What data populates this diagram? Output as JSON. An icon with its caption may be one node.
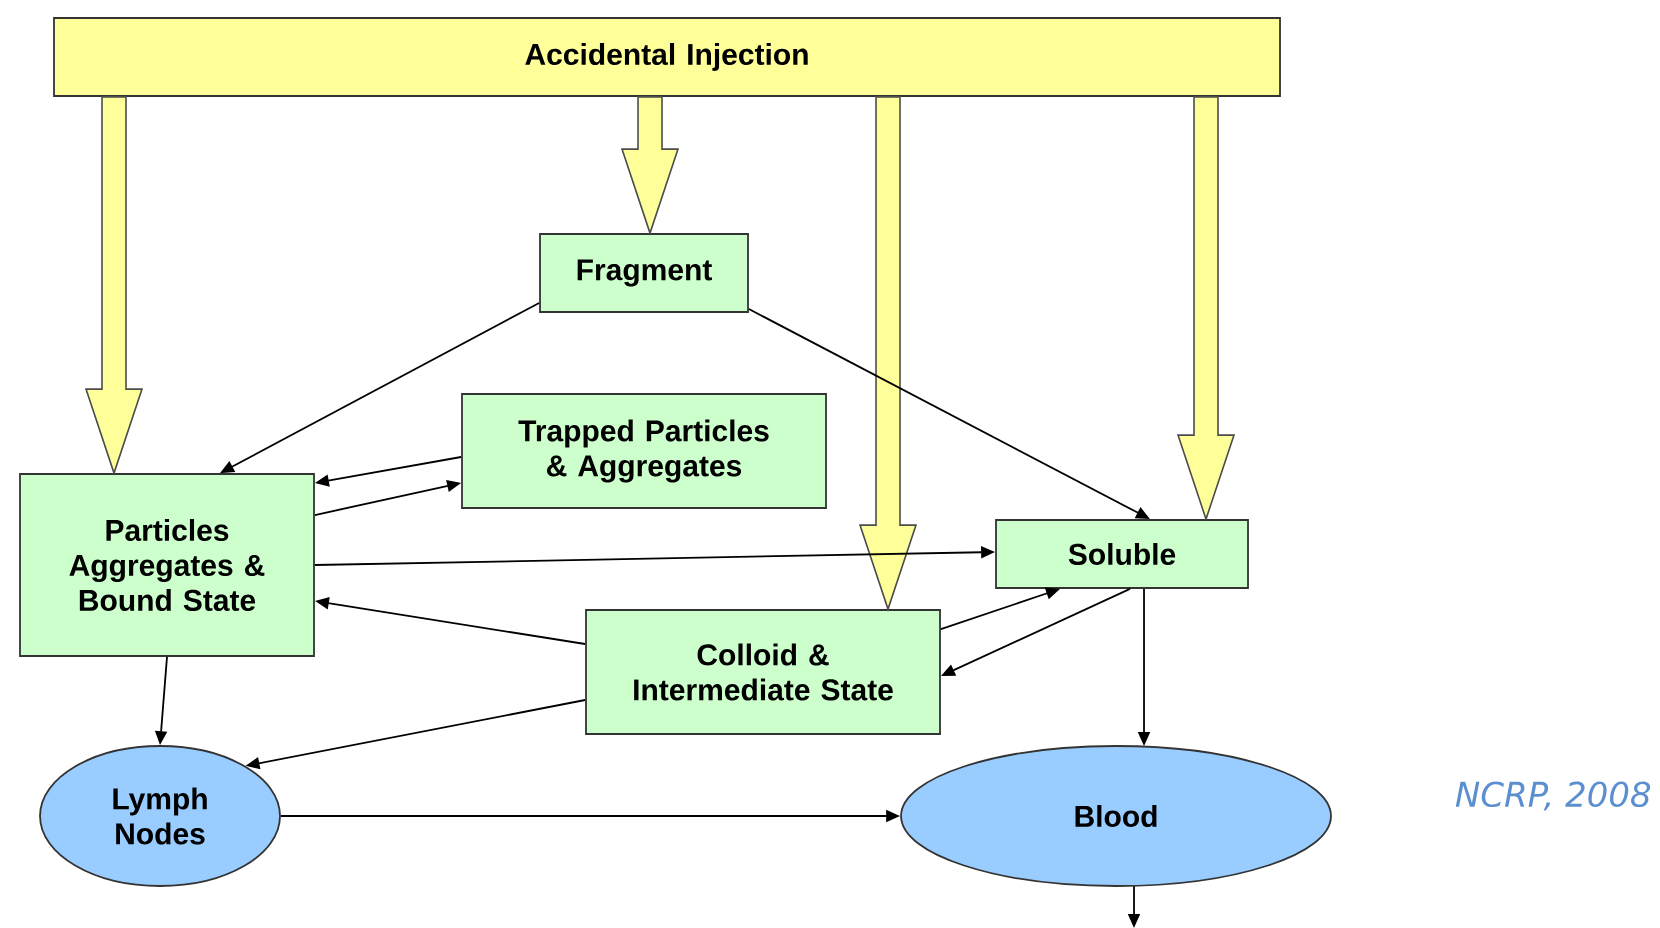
{
  "diagram": {
    "nodes": [
      {
        "text": [
          "Accidental Injection"
        ]
      },
      {
        "text": [
          "Fragment"
        ]
      },
      {
        "text": [
          "Trapped Particles & Aggregates"
        ]
      },
      {
        "text": [
          "Particles Aggregates & Bound State"
        ]
      },
      {
        "text": [
          "Soluble"
        ]
      },
      {
        "text": [
          "Colloid & Intermediate State"
        ]
      },
      {
        "text": [
          "Lymph Nodes"
        ]
      },
      {
        "text": [
          "Blood"
        ]
      }
    ],
    "edges": [
      {
        "from": 0,
        "to": 3,
        "arrow": "to",
        "style": "thick",
        "color": "#ffff99"
      },
      {
        "from": 0,
        "to": 1,
        "arrow": "to",
        "style": "thick",
        "color": "#ffff99"
      },
      {
        "from": 0,
        "to": 5,
        "arrow": "to",
        "style": "thick",
        "color": "#ffff99"
      },
      {
        "from": 0,
        "to": 4,
        "arrow": "to",
        "style": "thick",
        "color": "#ffff99"
      },
      {
        "from": 1,
        "to": 3,
        "arrow": "to"
      },
      {
        "from": 1,
        "to": 4,
        "arrow": "to"
      },
      {
        "from": 2,
        "to": 3,
        "arrow": "to"
      },
      {
        "from": 3,
        "to": 2,
        "arrow": "to"
      },
      {
        "from": 3,
        "to": 4,
        "arrow": "to"
      },
      {
        "from": 5,
        "to": 3,
        "arrow": "to"
      },
      {
        "from": 5,
        "to": 6,
        "arrow": "to"
      },
      {
        "from": 5,
        "to": 4,
        "arrow": "to"
      },
      {
        "from": 4,
        "to": 5,
        "arrow": "to"
      },
      {
        "from": 3,
        "to": 6,
        "arrow": "to"
      },
      {
        "from": 6,
        "to": 7,
        "arrow": "to"
      },
      {
        "from": 4,
        "to": 7,
        "arrow": "to"
      },
      {
        "from": 7,
        "to": null,
        "arrow": "to"
      }
    ],
    "labels": [
      "NCRP, 2008"
    ]
  }
}
